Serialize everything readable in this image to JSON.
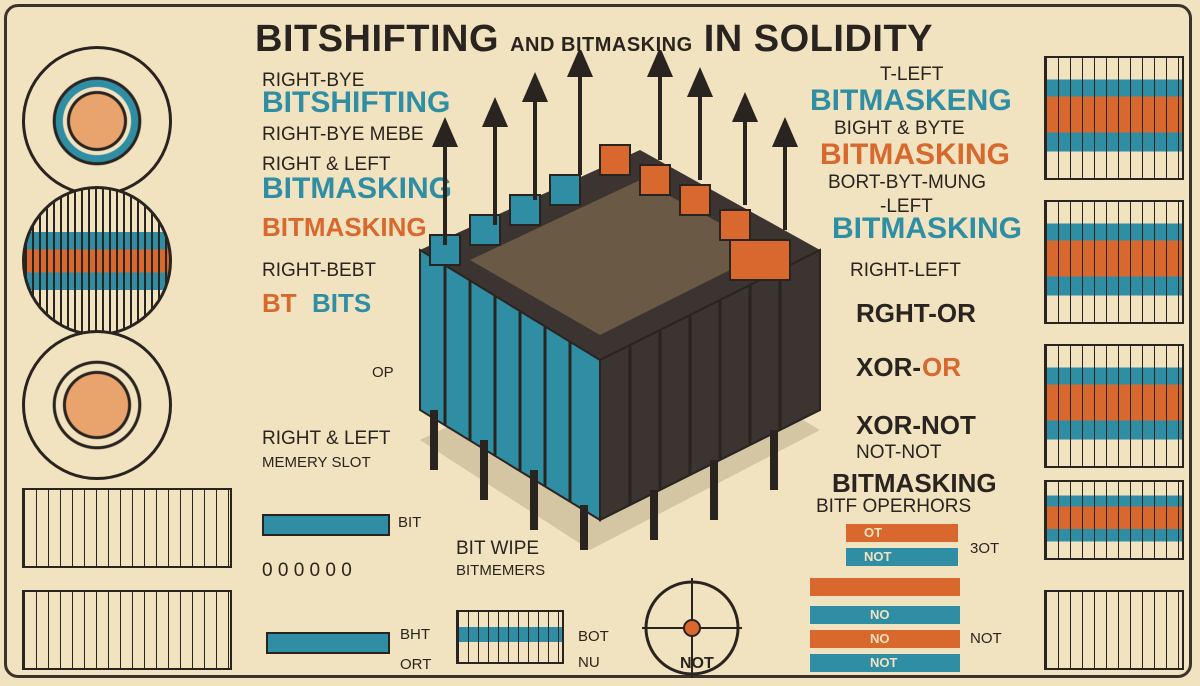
{
  "title": {
    "part1": "BITSHIFTING",
    "part2": "AND BITMASKING",
    "part3": "IN SOLIDITY"
  },
  "left": {
    "l1": "RIGHT-BYE",
    "l2": "BITSHIFTING",
    "l3": "RIGHT-BYE MEBE",
    "l4": "RIGHT & LEFT",
    "l5": "BITMASKING",
    "l6": "BITMASKING",
    "l7": "RIGHT-BEBT",
    "l8a": "BT",
    "l8b": "BITS",
    "l9": "OP",
    "l10": "RIGHT & LEFT",
    "l11": "MEMERY SLOT",
    "l12": "BIT",
    "l13": "0 0 0 0 0 0",
    "l14": "BHT",
    "l15": "ORT",
    "l16": "BIT WIPE",
    "l17": "BITMEMERS",
    "l18": "BOT",
    "l19": "NU"
  },
  "right": {
    "r1": "T-LEFT",
    "r2": "BITMASKENG",
    "r3": "BIGHT & BYTE",
    "r4": "BITMASKING",
    "r5": "BORT-BYT-MUNG",
    "r6": "-LEFT",
    "r7": "BITMASKING",
    "r8": "RIGHT-LEFT",
    "r9": "RGHT-OR",
    "r10a": "XOR-",
    "r10b": "OR",
    "r11": "XOR-NOT",
    "r12": "NOT-NOT",
    "r13": "BITMASKING",
    "r14": "BITF OPERHORS",
    "r15": "3OT",
    "r16": "NO",
    "r17": "NO",
    "r18": "NOT",
    "r19": "NOT",
    "r20": "OT",
    "r21": "NOT"
  },
  "colors": {
    "teal": "#2f8ea3",
    "orange": "#d8682e",
    "ink": "#2a2420",
    "paper": "#f1e3bf"
  }
}
